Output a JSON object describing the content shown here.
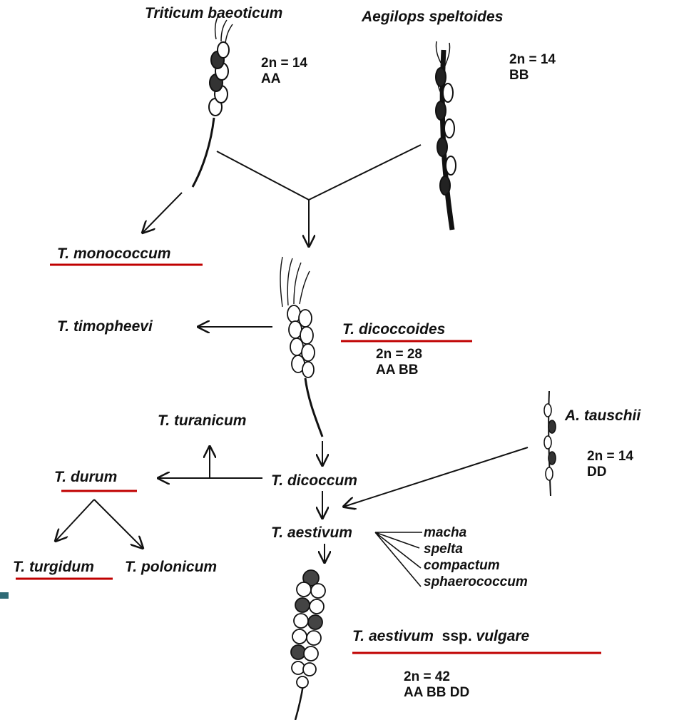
{
  "accent_color": "#c00000",
  "ancestors": {
    "triticum_baeoticum": {
      "name": "Triticum baeoticum",
      "chrom": "2n = 14",
      "genome": "AA"
    },
    "aegilops_speltoides": {
      "name": "Aegilops speltoides",
      "chrom": "2n = 14",
      "genome": "BB"
    },
    "a_tauschii": {
      "name": "A. tauschii",
      "chrom": "2n = 14",
      "genome": "DD"
    }
  },
  "species": {
    "monococcum": "T. monococcum",
    "timopheevi": "T. timopheevi",
    "dicoccoides": {
      "name": "T. dicoccoides",
      "chrom": "2n = 28",
      "genome": "AA BB"
    },
    "turanicum": "T. turanicum",
    "durum": "T. durum",
    "dicoccum": "T. dicoccum",
    "aestivum": "T. aestivum",
    "turgidum": "T. turgidum",
    "polonicum": "T. polonicum",
    "aestivum_vulgare": {
      "name": "T. aestivum",
      "ssp": "ssp.",
      "subspecies": "vulgare",
      "chrom": "2n = 42",
      "genome": "AA BB DD"
    }
  },
  "aestivum_varieties": [
    "macha",
    "spelta",
    "compactum",
    "sphaerococcum"
  ]
}
